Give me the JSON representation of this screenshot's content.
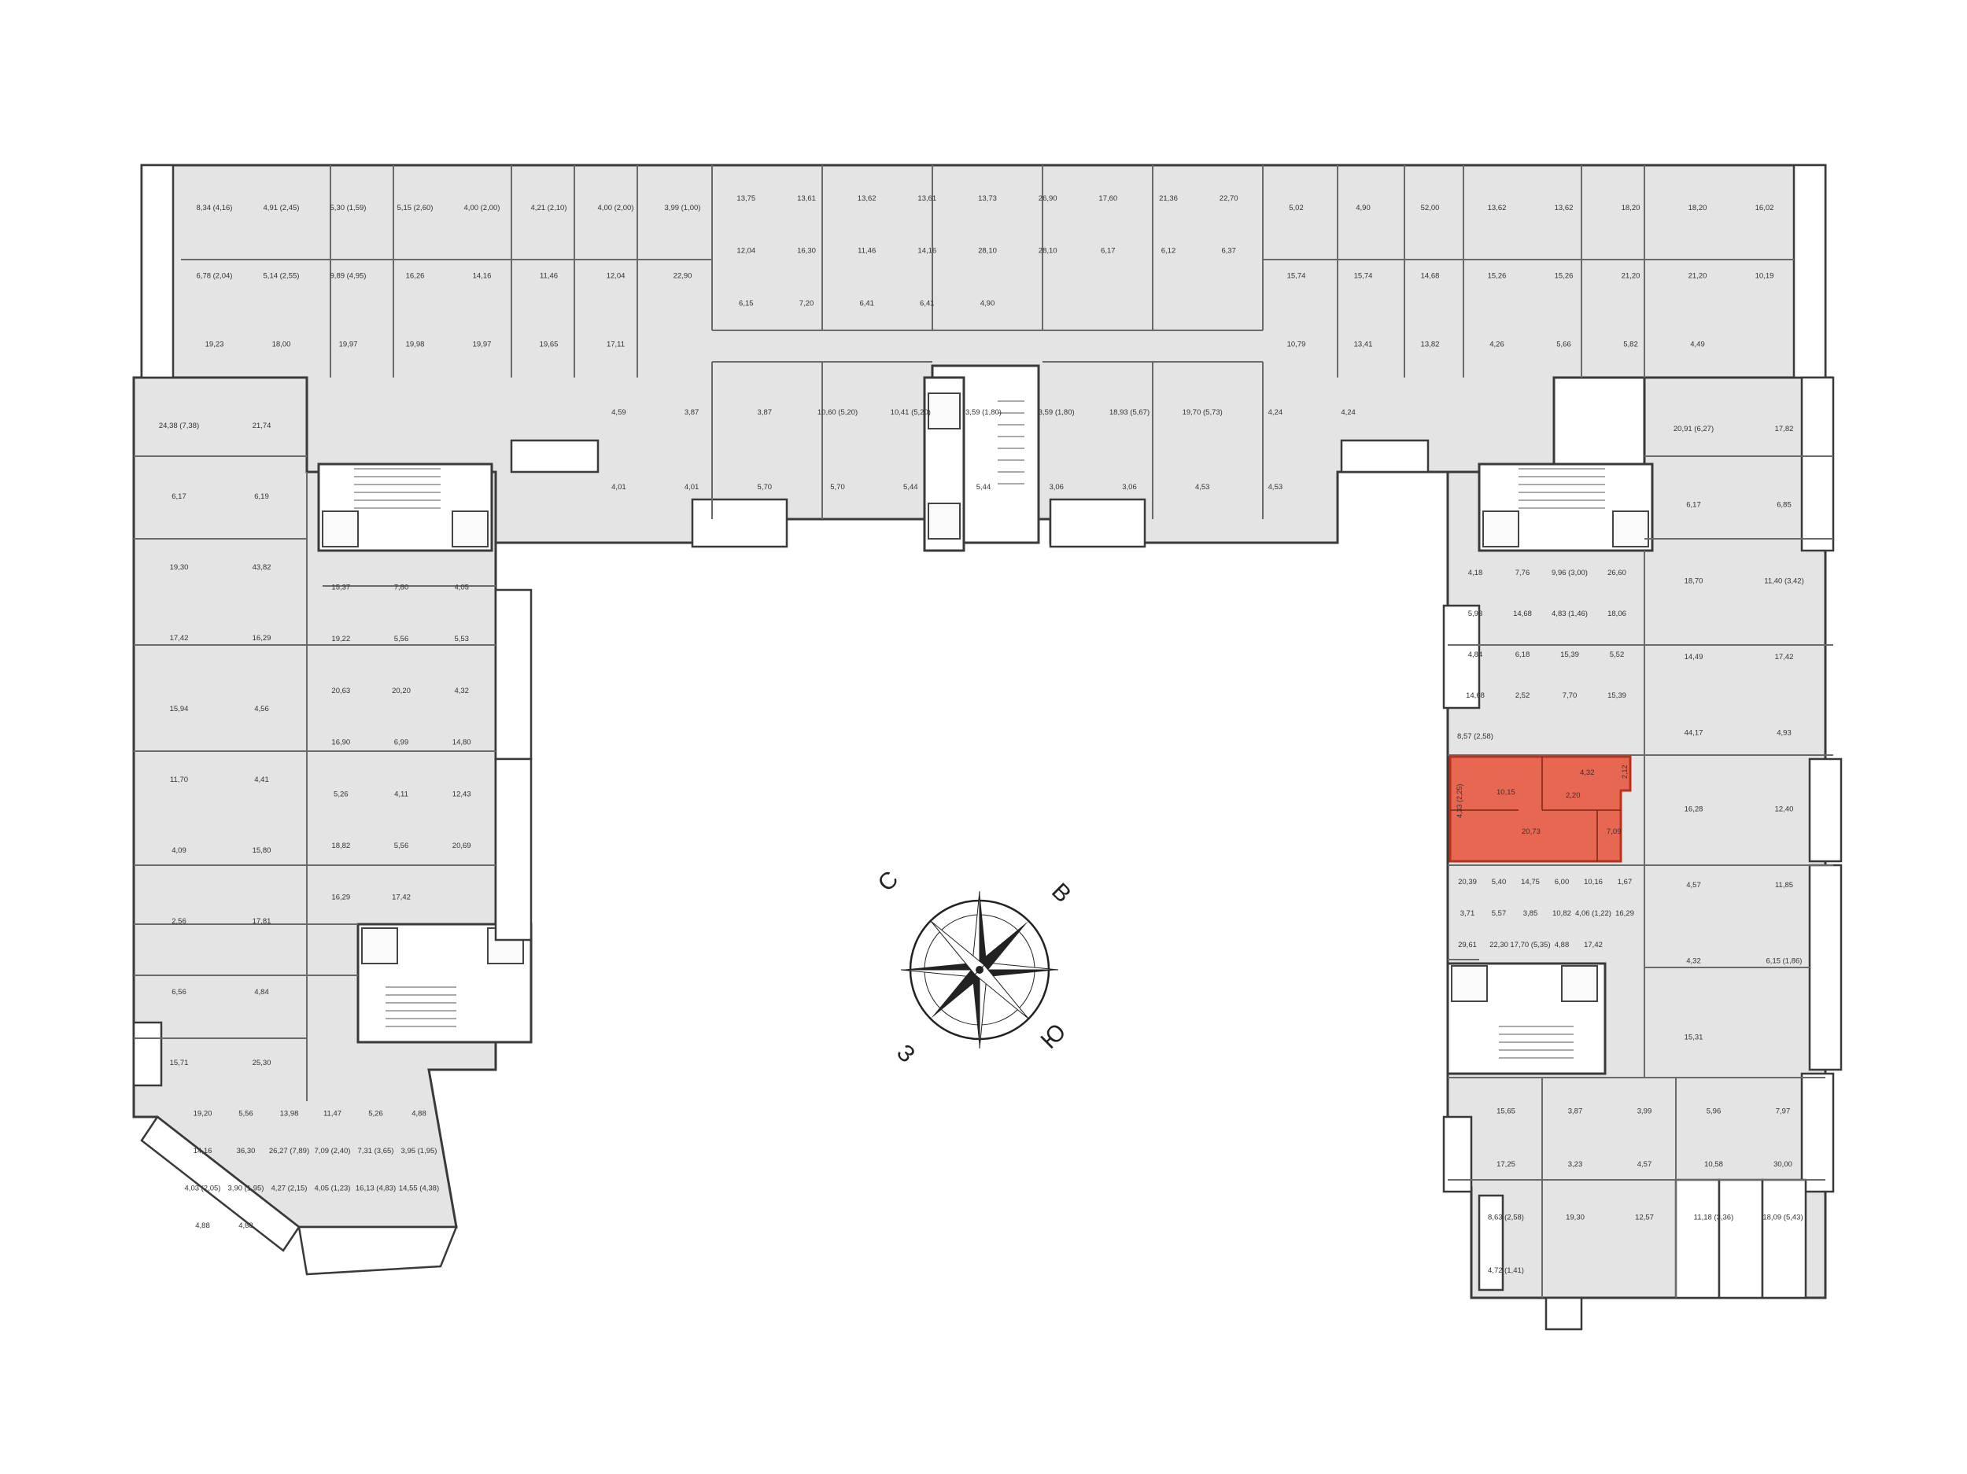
{
  "floor_plan": {
    "compass": {
      "north": "С",
      "east": "В",
      "south": "Ю",
      "west": "З"
    },
    "highlight_color": "#e8553d",
    "highlighted_unit": {
      "areas": [
        "4,33 (2,25)",
        "10,15",
        "4,32",
        "2,20",
        "2,12",
        "20,73",
        "7,09"
      ]
    },
    "north_wing_labels": [
      "8,34 (4,16)",
      "4,91 (2,45)",
      "5,30 (1,59)",
      "5,15 (2,60)",
      "4,00 (2,00)",
      "4,21 (2,10)",
      "4,00 (2,00)",
      "3,99 (1,00)",
      "6,78 (2,04)",
      "5,14 (2,55)",
      "9,89 (4,95)",
      "16,26",
      "14,16",
      "11,46",
      "12,04",
      "22,90",
      "19,23",
      "18,00",
      "19,97",
      "19,98",
      "19,97",
      "19,65",
      "17,11",
      "13,75",
      "13,61",
      "13,62",
      "13,61",
      "13,73",
      "26,90",
      "17,60",
      "21,36",
      "22,70",
      "12,04",
      "16,30",
      "11,46",
      "14,16",
      "28,10",
      "28,10",
      "6,17",
      "6,12",
      "6,37",
      "6,15",
      "7,20",
      "6,41",
      "6,41",
      "4,90",
      "5,02",
      "4,90",
      "52,00",
      "13,62",
      "13,62",
      "18,20",
      "18,20",
      "16,02",
      "15,74",
      "15,74",
      "14,68",
      "15,26",
      "15,26",
      "21,20",
      "21,20",
      "10,19",
      "10,79",
      "13,41",
      "13,82",
      "4,26",
      "5,66",
      "5,82",
      "4,49",
      "4,59",
      "3,87",
      "3,87",
      "10,60 (5,20)",
      "10,41 (5,20)",
      "3,59 (1,80)",
      "3,59 (1,80)",
      "18,93 (5,67)",
      "19,70 (5,73)",
      "4,24",
      "4,24",
      "4,01",
      "4,01",
      "5,70",
      "5,70",
      "5,44",
      "5,44",
      "3,06",
      "3,06",
      "4,53",
      "4,53"
    ],
    "west_wing_labels": [
      "24,38 (7,38)",
      "21,74",
      "6,17",
      "6,19",
      "19,30",
      "43,82",
      "17,42",
      "16,29",
      "15,94",
      "4,56",
      "11,70",
      "4,41",
      "4,09",
      "15,80",
      "2,56",
      "17,81",
      "6,56",
      "4,84",
      "15,71",
      "25,30",
      "15,37",
      "7,80",
      "4,05",
      "19,22",
      "5,56",
      "5,53",
      "20,63",
      "20,20",
      "4,32",
      "16,90",
      "6,99",
      "14,80",
      "5,26",
      "4,11",
      "12,43",
      "18,82",
      "5,56",
      "20,69",
      "16,29",
      "17,42",
      "19,20",
      "5,56",
      "13,98",
      "11,47",
      "5,26",
      "4,88",
      "14,16",
      "36,30",
      "26,27 (7,89)",
      "7,09 (2,40)",
      "7,31 (3,65)",
      "3,95 (1,95)",
      "4,03 (2,05)",
      "3,90 (1,95)",
      "4,27 (2,15)",
      "4,05 (1,23)",
      "16,13 (4,83)",
      "14,55 (4,38)",
      "4,88",
      "4,88"
    ],
    "east_wing_labels": [
      "20,91 (6,27)",
      "17,82",
      "6,17",
      "6,85",
      "18,70",
      "11,40 (3,42)",
      "14,49",
      "17,42",
      "44,17",
      "4,93",
      "16,28",
      "12,40",
      "4,57",
      "11,85",
      "4,32",
      "6,15 (1,86)",
      "15,31",
      "4,18",
      "7,76",
      "9,96 (3,00)",
      "26,60",
      "5,93",
      "14,68",
      "4,83 (1,46)",
      "18,06",
      "4,84",
      "6,18",
      "15,39",
      "5,52",
      "14,68",
      "2,52",
      "7,70",
      "15,39",
      "8,57 (2,58)",
      "20,39",
      "5,40",
      "14,75",
      "6,00",
      "10,16",
      "1,67",
      "3,71",
      "5,57",
      "3,85",
      "10,82",
      "4,06 (1,22)",
      "16,29",
      "29,61",
      "22,30",
      "17,70 (5,35)",
      "4,88",
      "17,42",
      "15,65",
      "3,87",
      "3,99",
      "5,96",
      "7,97",
      "17,25",
      "3,23",
      "4,57",
      "10,58",
      "30,00",
      "8,63 (2,58)",
      "19,30",
      "12,57",
      "11,18 (3,36)",
      "18,09 (5,43)",
      "4,72 (1,41)"
    ]
  }
}
